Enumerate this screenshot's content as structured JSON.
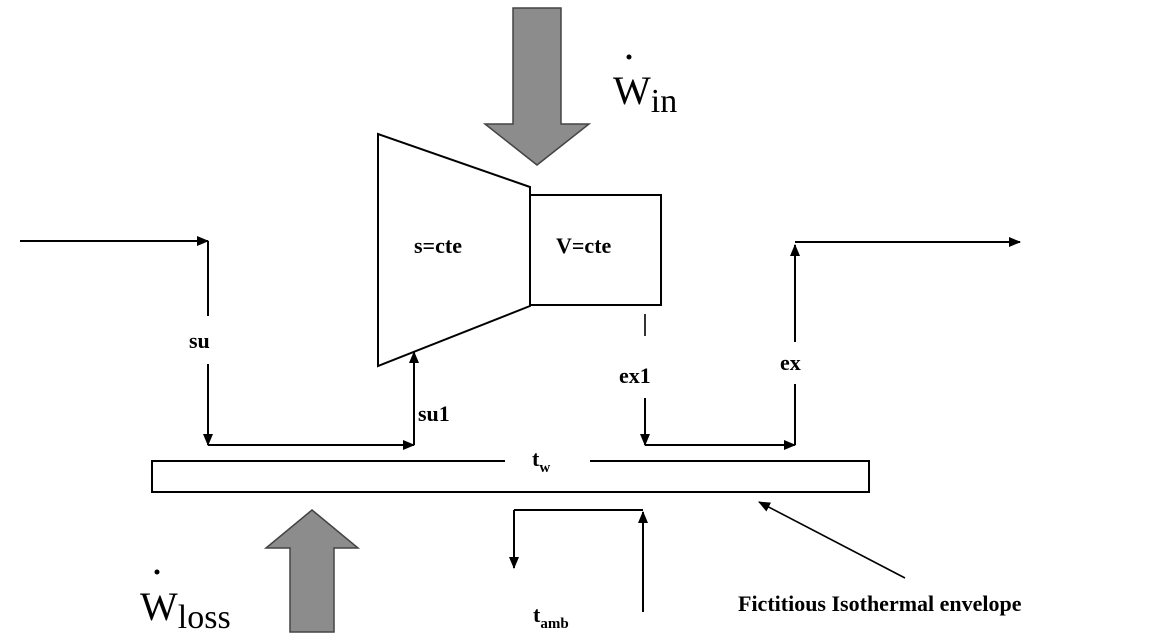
{
  "labels": {
    "w_in": {
      "symbol": "W",
      "sub": "in"
    },
    "w_loss": {
      "symbol": "W",
      "sub": "loss"
    },
    "compressor": "s=cte",
    "chamber": "V=cte",
    "su": "su",
    "su1": "su1",
    "ex1": "ex1",
    "ex": "ex",
    "t_w": {
      "symbol": "t",
      "sub": "w"
    },
    "t_amb": {
      "symbol": "t",
      "sub": "amb"
    },
    "envelope": "Fictitious Isothermal envelope"
  },
  "colors": {
    "power_arrow_fill": "#8c8c8c",
    "line": "#000000",
    "background": "#ffffff"
  }
}
